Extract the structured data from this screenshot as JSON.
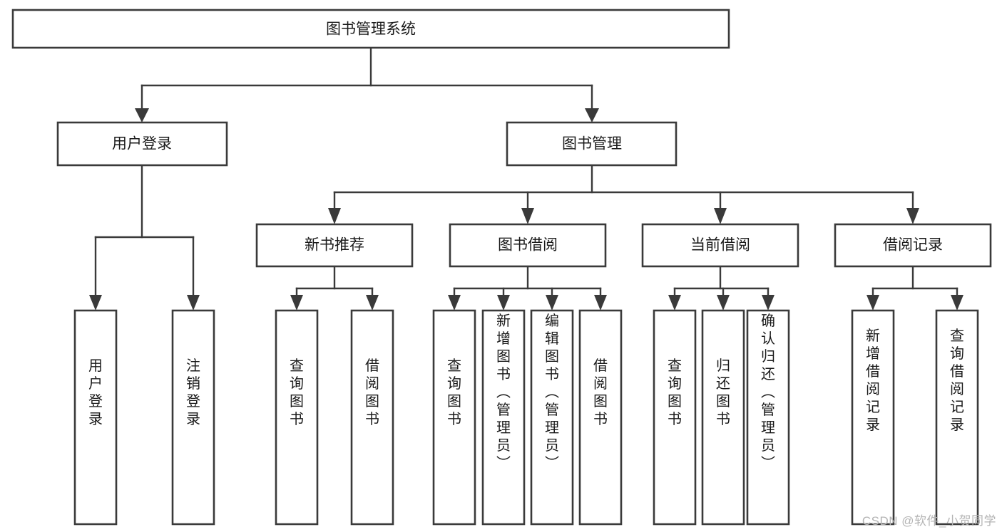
{
  "diagram": {
    "title": "图书管理系统",
    "type": "tree",
    "theme": {
      "box_fill": "#ffffff",
      "box_stroke": "#3a3a3a",
      "connector_stroke": "#3a3a3a",
      "text_color": "#1a1a1a",
      "background": "#ffffff",
      "watermark_color": "#b4b4b4"
    },
    "root": {
      "id": "root",
      "label": "图书管理系统",
      "orientation": "horizontal"
    },
    "level2": [
      {
        "id": "user-login",
        "label": "用户登录",
        "orientation": "horizontal"
      },
      {
        "id": "book-manage",
        "label": "图书管理",
        "orientation": "horizontal"
      }
    ],
    "level3": [
      {
        "id": "new-book-rec",
        "label": "新书推荐",
        "parent": "book-manage",
        "orientation": "horizontal"
      },
      {
        "id": "book-borrow",
        "label": "图书借阅",
        "parent": "book-manage",
        "orientation": "horizontal"
      },
      {
        "id": "current-borrow",
        "label": "当前借阅",
        "parent": "book-manage",
        "orientation": "horizontal"
      },
      {
        "id": "borrow-record",
        "label": "借阅记录",
        "parent": "book-manage",
        "orientation": "horizontal"
      }
    ],
    "leaves": [
      {
        "id": "leaf-user-login",
        "label": "用户登录",
        "parent": "user-login",
        "orientation": "vertical"
      },
      {
        "id": "leaf-logout",
        "label": "注销登录",
        "parent": "user-login",
        "orientation": "vertical"
      },
      {
        "id": "leaf-query-book-rec",
        "label": "查询图书",
        "parent": "new-book-rec",
        "orientation": "vertical"
      },
      {
        "id": "leaf-borrow-book-rec",
        "label": "借阅图书",
        "parent": "new-book-rec",
        "orientation": "vertical"
      },
      {
        "id": "leaf-query-book-borrow",
        "label": "查询图书",
        "parent": "book-borrow",
        "orientation": "vertical"
      },
      {
        "id": "leaf-add-book",
        "label": "新增图书（管理员）",
        "parent": "book-borrow",
        "orientation": "vertical"
      },
      {
        "id": "leaf-edit-book",
        "label": "编辑图书（管理员）",
        "parent": "book-borrow",
        "orientation": "vertical"
      },
      {
        "id": "leaf-borrow-book",
        "label": "借阅图书",
        "parent": "book-borrow",
        "orientation": "vertical"
      },
      {
        "id": "leaf-query-book-cur",
        "label": "查询图书",
        "parent": "current-borrow",
        "orientation": "vertical"
      },
      {
        "id": "leaf-return-book",
        "label": "归还图书",
        "parent": "current-borrow",
        "orientation": "vertical"
      },
      {
        "id": "leaf-confirm-return",
        "label": "确认归还（管理员）",
        "parent": "current-borrow",
        "orientation": "vertical"
      },
      {
        "id": "leaf-add-record",
        "label": "新增借阅记录",
        "parent": "borrow-record",
        "orientation": "vertical"
      },
      {
        "id": "leaf-query-record",
        "label": "查询借阅记录",
        "parent": "borrow-record",
        "orientation": "vertical"
      }
    ],
    "watermark": "CSDN @软件_小贺同学"
  }
}
